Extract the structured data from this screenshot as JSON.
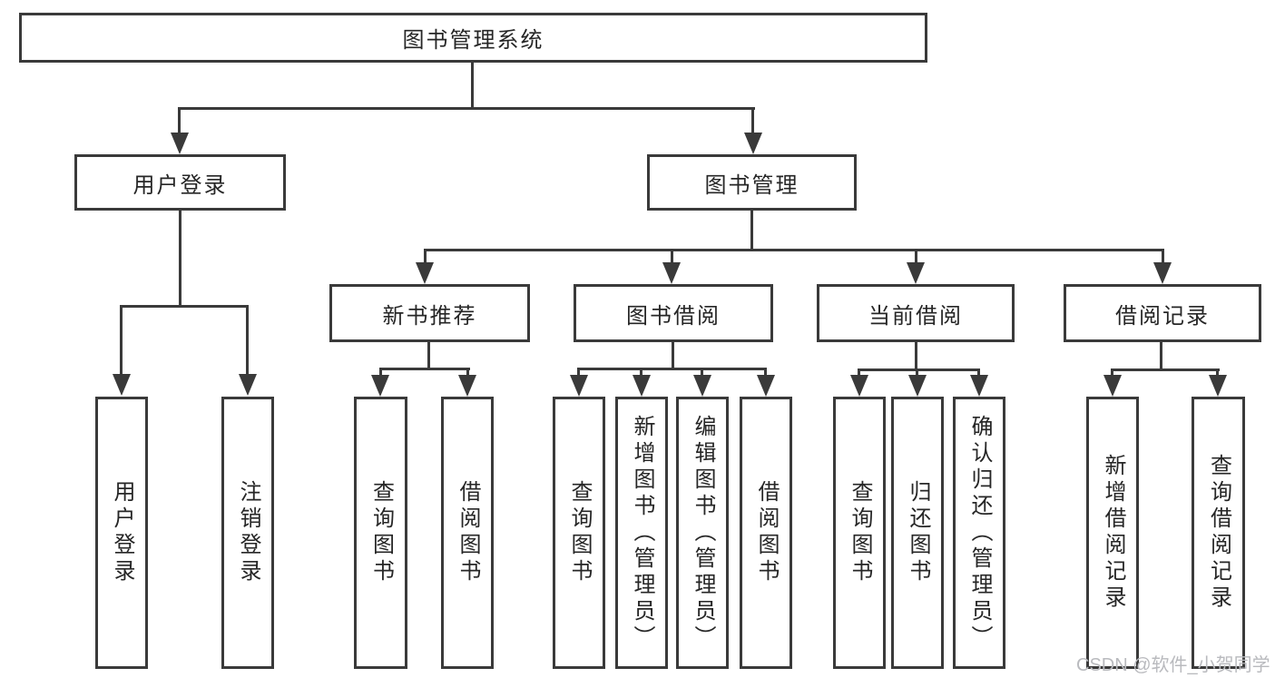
{
  "tree": {
    "label": "图书管理系统",
    "children": [
      {
        "label": "用户登录",
        "children": [
          {
            "label": "用户登录"
          },
          {
            "label": "注销登录"
          }
        ]
      },
      {
        "label": "图书管理",
        "children": [
          {
            "label": "新书推荐",
            "children": [
              {
                "label": "查询图书"
              },
              {
                "label": "借阅图书"
              }
            ]
          },
          {
            "label": "图书借阅",
            "children": [
              {
                "label": "查询图书"
              },
              {
                "label": "新增图书（管理员）"
              },
              {
                "label": "编辑图书（管理员）"
              },
              {
                "label": "借阅图书"
              }
            ]
          },
          {
            "label": "当前借阅",
            "children": [
              {
                "label": "查询图书"
              },
              {
                "label": "归还图书"
              },
              {
                "label": "确认归还（管理员）"
              }
            ]
          },
          {
            "label": "借阅记录",
            "children": [
              {
                "label": "新增借阅记录"
              },
              {
                "label": "查询借阅记录"
              }
            ]
          }
        ]
      }
    ]
  },
  "watermark": {
    "text": "CSDN @软件_小贺同学"
  },
  "colors": {
    "line": "#3a3a3a",
    "text": "#262626",
    "box_background": "#ffffff",
    "watermark": "#b9babe",
    "background": "#ffffff"
  }
}
